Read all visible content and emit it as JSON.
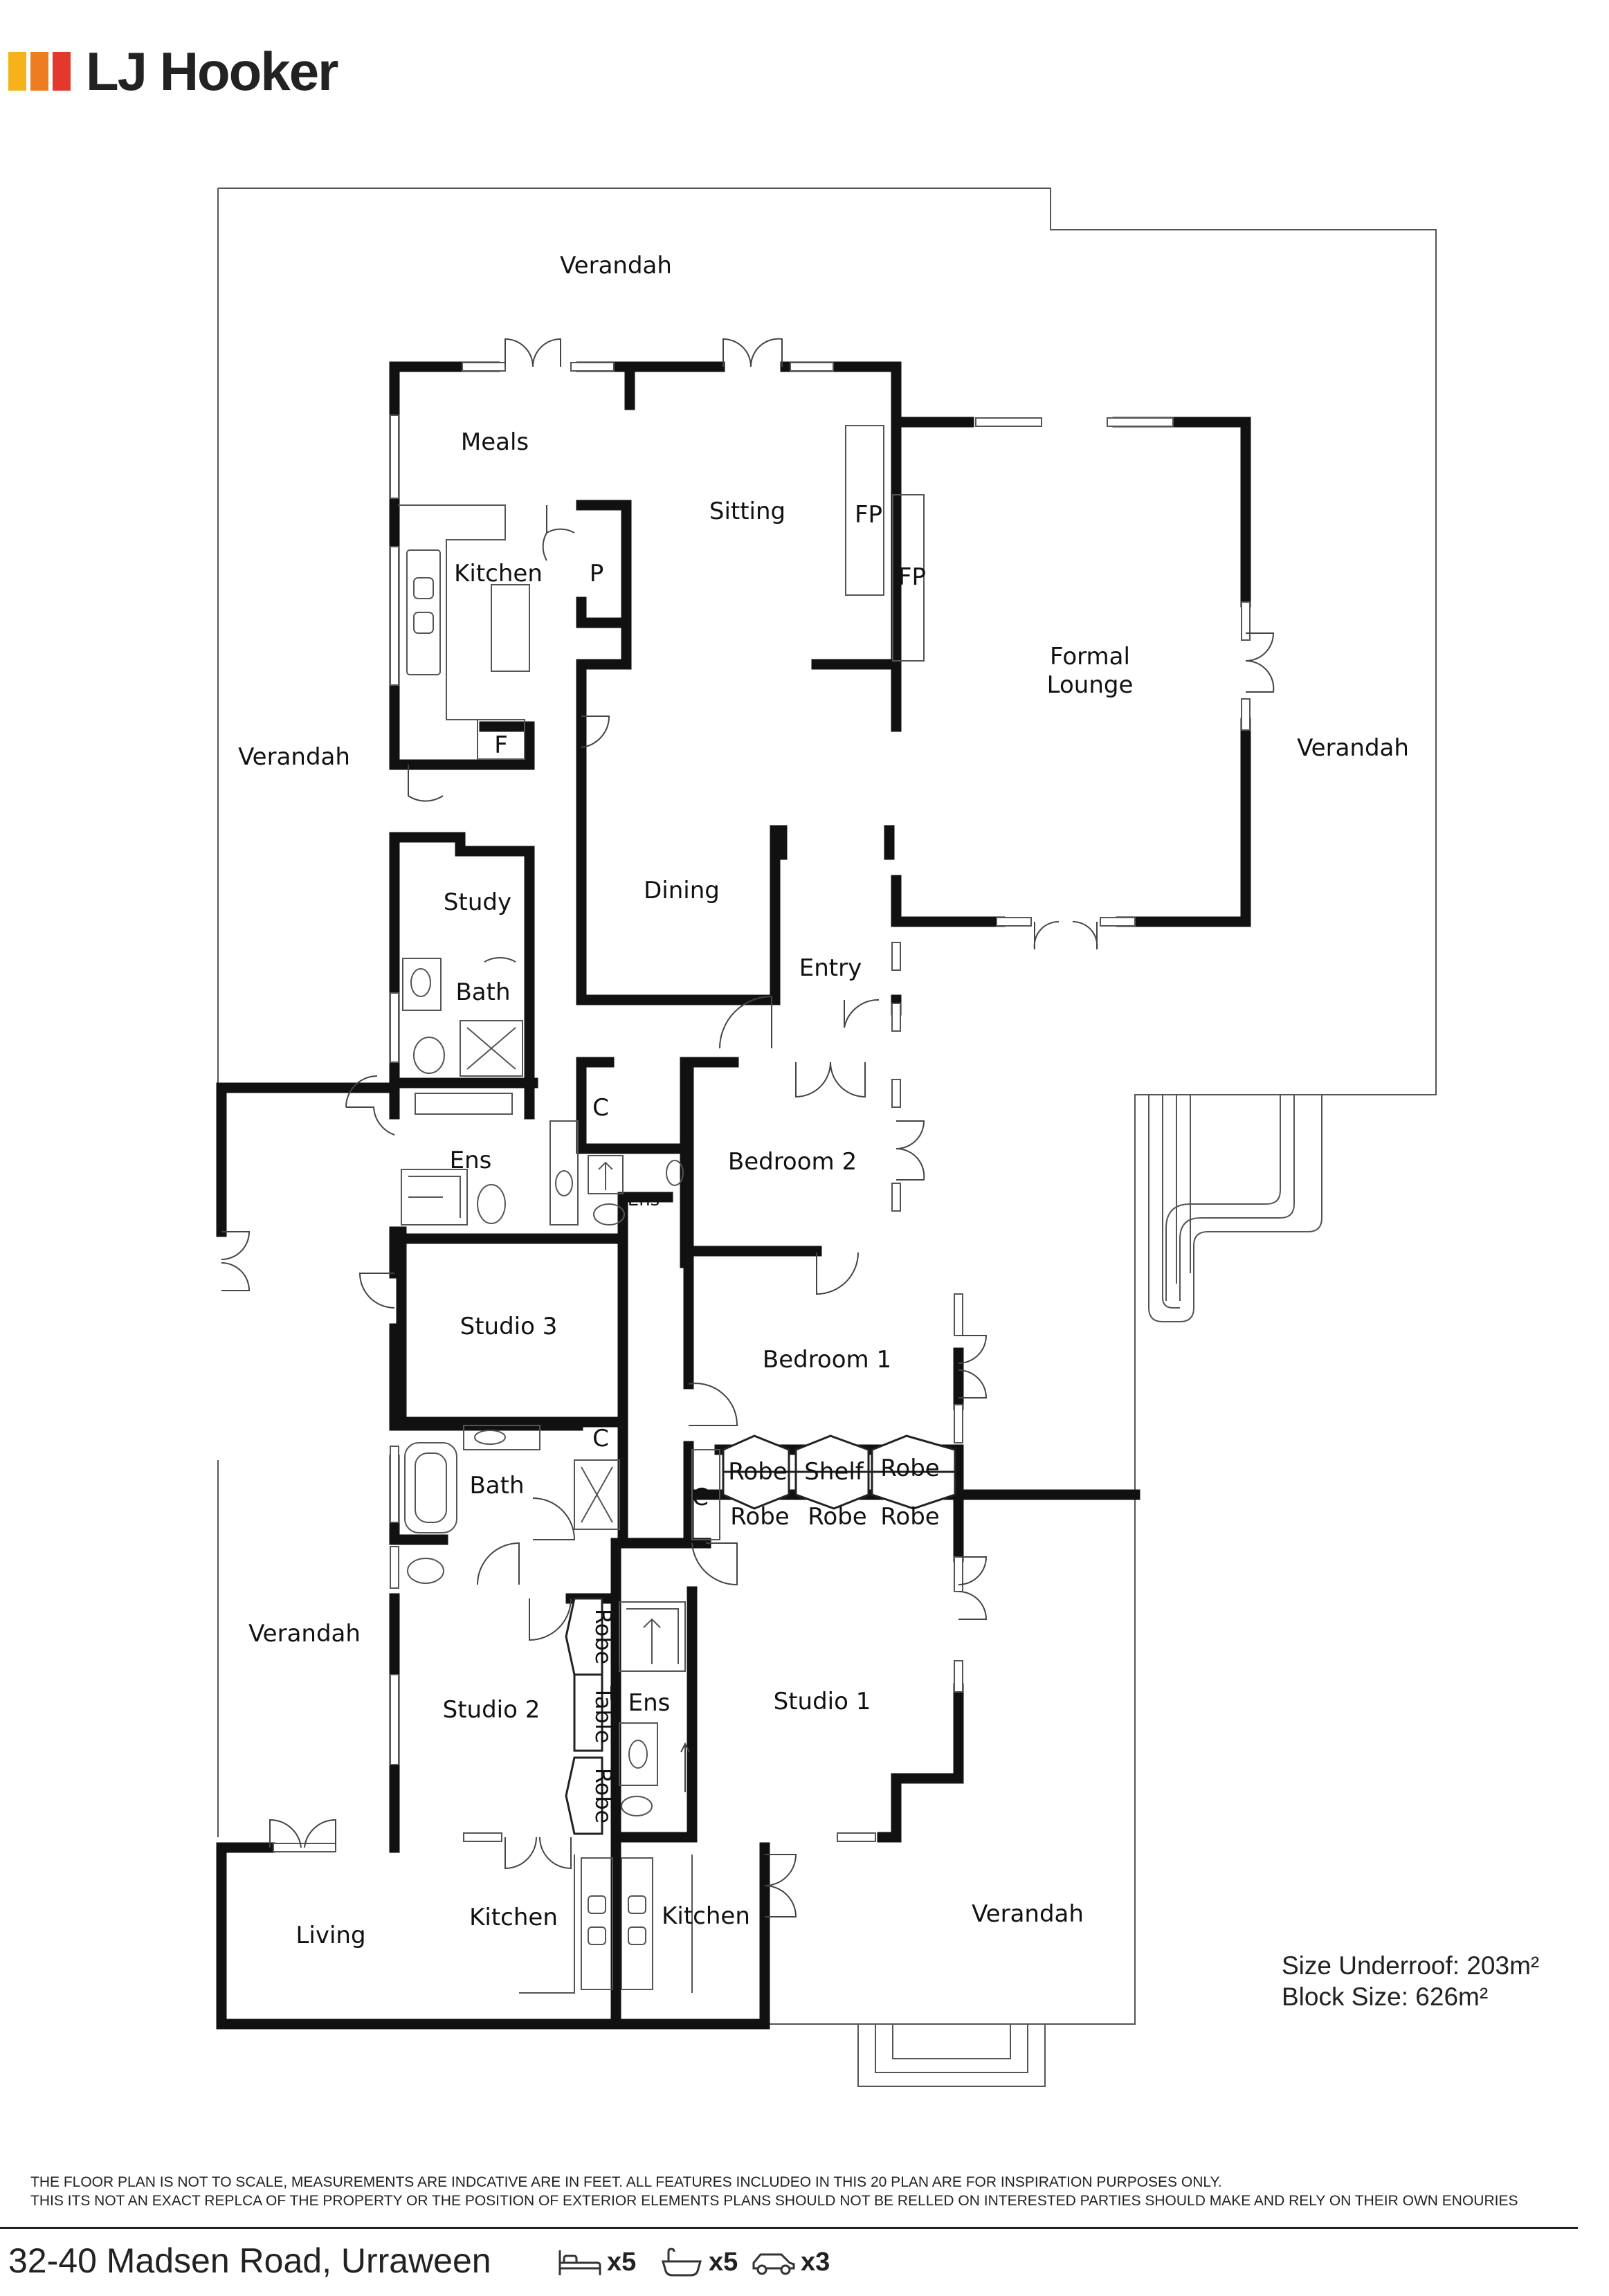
{
  "brand": {
    "name": "LJ Hooker",
    "colors": [
      "#f6b21a",
      "#ee7d22",
      "#e2392c"
    ]
  },
  "rooms": [
    {
      "id": "verandah-top",
      "label": "Verandah"
    },
    {
      "id": "meals",
      "label": "Meals"
    },
    {
      "id": "sitting",
      "label": "Sitting"
    },
    {
      "id": "fp-1",
      "label": "FP"
    },
    {
      "id": "fp-2",
      "label": "FP"
    },
    {
      "id": "kitchen-main",
      "label": "Kitchen"
    },
    {
      "id": "pantry",
      "label": "P"
    },
    {
      "id": "fridge",
      "label": "F"
    },
    {
      "id": "formal-lounge",
      "label": "Formal\nLounge"
    },
    {
      "id": "verandah-left",
      "label": "Verandah"
    },
    {
      "id": "verandah-right",
      "label": "Verandah"
    },
    {
      "id": "study",
      "label": "Study"
    },
    {
      "id": "dining",
      "label": "Dining"
    },
    {
      "id": "entry",
      "label": "Entry"
    },
    {
      "id": "bath-1",
      "label": "Bath"
    },
    {
      "id": "cupboard-1",
      "label": "C"
    },
    {
      "id": "ens-1",
      "label": "Ens"
    },
    {
      "id": "ens-small",
      "label": "Ens"
    },
    {
      "id": "bedroom-2",
      "label": "Bedroom 2"
    },
    {
      "id": "studio-3",
      "label": "Studio 3"
    },
    {
      "id": "bedroom-1",
      "label": "Bedroom 1"
    },
    {
      "id": "cupboard-2",
      "label": "C"
    },
    {
      "id": "bath-2",
      "label": "Bath"
    },
    {
      "id": "cupboard-3",
      "label": "C"
    },
    {
      "id": "robe-1",
      "label": "Robe"
    },
    {
      "id": "shelf",
      "label": "Shelf"
    },
    {
      "id": "robe-2",
      "label": "Robe"
    },
    {
      "id": "robe-3",
      "label": "Robe"
    },
    {
      "id": "robe-4",
      "label": "Robe"
    },
    {
      "id": "robe-5",
      "label": "Robe"
    },
    {
      "id": "verandah-lower-left",
      "label": "Verandah"
    },
    {
      "id": "robe-v1",
      "label": "Robe"
    },
    {
      "id": "table-v",
      "label": "Table"
    },
    {
      "id": "robe-v2",
      "label": "Robe"
    },
    {
      "id": "studio-2",
      "label": "Studio 2"
    },
    {
      "id": "ens-2",
      "label": "Ens"
    },
    {
      "id": "studio-1",
      "label": "Studio 1"
    },
    {
      "id": "living",
      "label": "Living"
    },
    {
      "id": "kitchen-2",
      "label": "Kitchen"
    },
    {
      "id": "kitchen-3",
      "label": "Kitchen"
    },
    {
      "id": "verandah-bottom",
      "label": "Verandah"
    }
  ],
  "sizes": {
    "underroof": "Size Underroof: 203m²",
    "block": "Block Size: 626m²"
  },
  "disclaimer": {
    "line1": "THE FLOOR PLAN IS NOT TO SCALE, MEASUREMENTS ARE INDCATIVE ARE IN FEET. ALL FEATURES INCLUDEO IN THIS 20 PLAN ARE FOR INSPIRATION PURPOSES ONLY.",
    "line2": "THIS ITS NOT AN EXACT REPLCA OF THE PROPERTY OR THE POSITION OF EXTERIOR ELEMENTS PLANS SHOULD NOT BE RELLED ON INTERESTED PARTIES SHOULD MAKE AND RELY ON THEIR OWN ENOURIES"
  },
  "footer": {
    "address": "32-40 Madsen Road, Urraween",
    "features": [
      {
        "icon": "bed-icon",
        "count": "x5"
      },
      {
        "icon": "bath-icon",
        "count": "x5"
      },
      {
        "icon": "car-icon",
        "count": "x3"
      }
    ]
  }
}
